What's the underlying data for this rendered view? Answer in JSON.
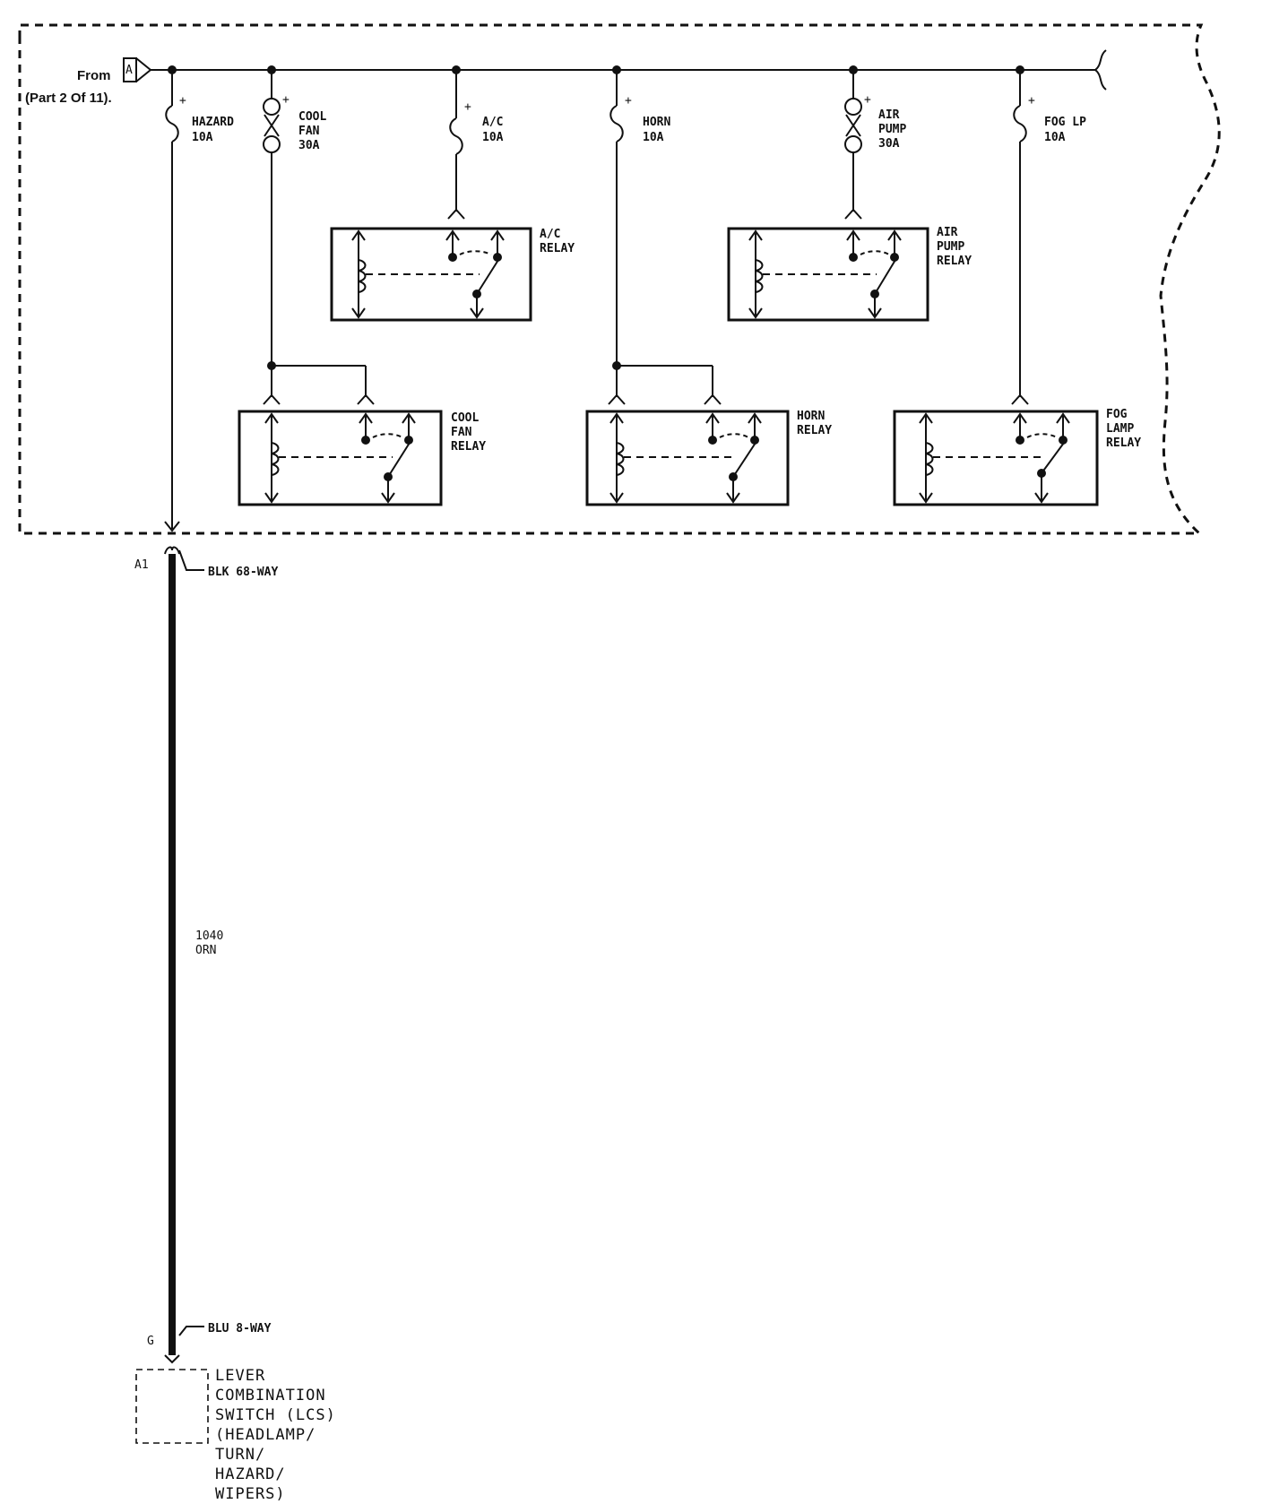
{
  "source": {
    "from_label": "From",
    "from_ref": "(Part 2 Of 11).",
    "connector_letter": "A"
  },
  "fuses": [
    {
      "name": "HAZARD",
      "rating": "10A"
    },
    {
      "name": "COOL FAN",
      "rating": "30A"
    },
    {
      "name": "A/C",
      "rating": "10A"
    },
    {
      "name": "HORN",
      "rating": "10A"
    },
    {
      "name": "AIR PUMP",
      "rating": "30A"
    },
    {
      "name": "FOG LP",
      "rating": "10A"
    }
  ],
  "fuse_polarity": "+",
  "relays": {
    "ac": [
      "A/C",
      "RELAY"
    ],
    "air_pump": [
      "AIR",
      "PUMP",
      "RELAY"
    ],
    "cool_fan": [
      "COOL",
      "FAN",
      "RELAY"
    ],
    "horn": [
      "HORN",
      "RELAY"
    ],
    "fog_lamp": [
      "FOG",
      "LAMP",
      "RELAY"
    ]
  },
  "connectors": {
    "top_pin": "A1",
    "top_desc": "BLK 68-WAY",
    "bottom_pin": "G",
    "bottom_desc": "BLU 8-WAY"
  },
  "wire": {
    "circuit": "1040",
    "color": "ORN"
  },
  "component": {
    "lines": [
      "LEVER",
      "COMBINATION",
      "SWITCH (LCS)",
      "(HEADLAMP/",
      "TURN/",
      "HAZARD/",
      "WIPERS)"
    ]
  }
}
